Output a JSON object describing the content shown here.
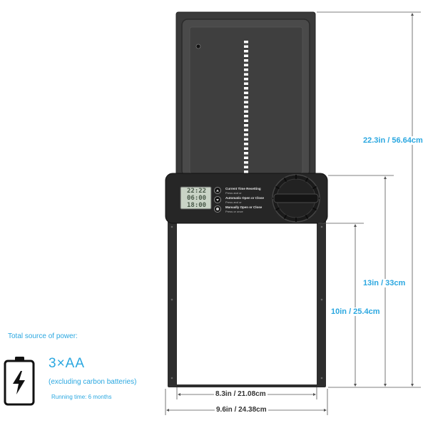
{
  "dimensions": {
    "total_height": "22.3in / 56.64cm",
    "frame_height": "13in / 33cm",
    "opening_height": "10in / 25.4cm",
    "opening_width": "8.3in / 21.08cm",
    "total_width": "9.6in / 24.38cm"
  },
  "control_panel": {
    "label_1": "Current Time Resetting",
    "label_2": "Automatic Open or Close",
    "label_3": "Manually Open or Close",
    "sub_1": "Press  and  or ",
    "sub_2": "Press  and  or ",
    "sub_3": "Press  or  once",
    "lcd_line_1": "22:22",
    "lcd_line_2": "06:00",
    "lcd_line_3": "18:00"
  },
  "power": {
    "title": "Total source of power:",
    "batteries": "3×AA",
    "note": "(excluding carbon batteries)",
    "running_time": "Running time: 6 months"
  },
  "colors": {
    "dimension_accent": "#2aa7e0",
    "door_body": "#3a3a3a",
    "frame": "#2e2e2e"
  }
}
